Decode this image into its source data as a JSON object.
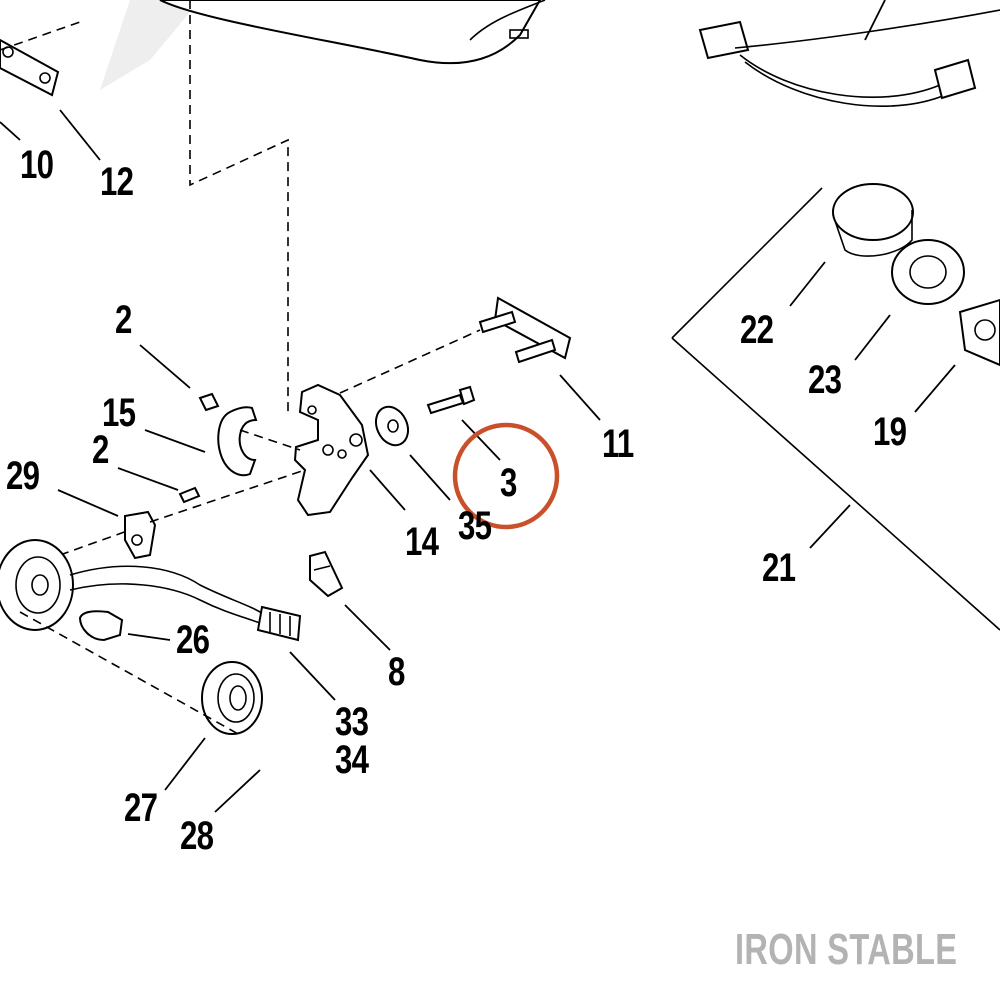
{
  "callouts": {
    "c10": "10",
    "c12": "12",
    "c2a": "2",
    "c15": "15",
    "c2b": "2",
    "c29": "29",
    "c14": "14",
    "c35": "35",
    "c3": "3",
    "c11": "11",
    "c8": "8",
    "c26": "26",
    "c33": "33",
    "c34": "34",
    "c27": "27",
    "c28": "28",
    "c22": "22",
    "c23": "23",
    "c19": "19",
    "c21": "21"
  },
  "highlight": {
    "callout": "3",
    "color": "#c8502a"
  },
  "watermark": "IRON STABLE"
}
